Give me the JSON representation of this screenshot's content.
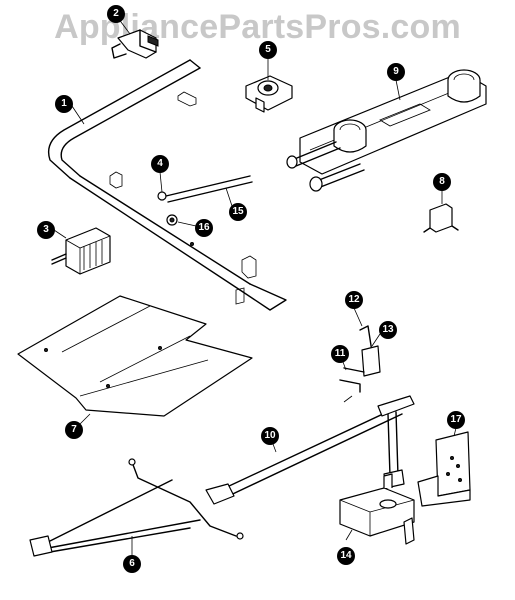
{
  "watermark": "AppliancePartsPros.com",
  "callouts": [
    {
      "id": "callout-1",
      "label": "1"
    },
    {
      "id": "callout-2",
      "label": "2"
    },
    {
      "id": "callout-3",
      "label": "3"
    },
    {
      "id": "callout-4",
      "label": "4"
    },
    {
      "id": "callout-5",
      "label": "5"
    },
    {
      "id": "callout-6",
      "label": "6"
    },
    {
      "id": "callout-7",
      "label": "7"
    },
    {
      "id": "callout-8",
      "label": "8"
    },
    {
      "id": "callout-9",
      "label": "9"
    },
    {
      "id": "callout-10",
      "label": "10"
    },
    {
      "id": "callout-11",
      "label": "11"
    },
    {
      "id": "callout-12",
      "label": "12"
    },
    {
      "id": "callout-13",
      "label": "13"
    },
    {
      "id": "callout-14",
      "label": "14"
    },
    {
      "id": "callout-15",
      "label": "15"
    },
    {
      "id": "callout-16",
      "label": "16"
    },
    {
      "id": "callout-17",
      "label": "17"
    }
  ]
}
